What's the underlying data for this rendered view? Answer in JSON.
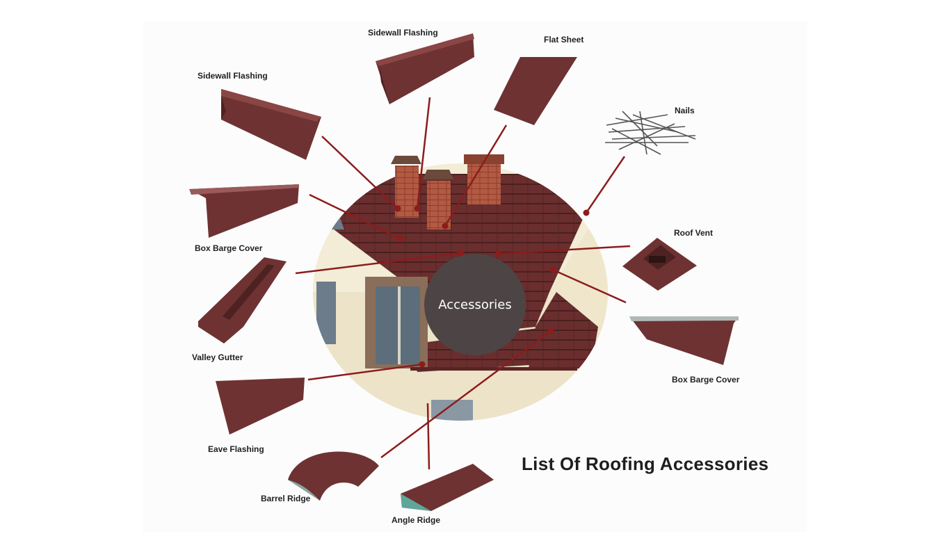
{
  "title": "List Of Roofing Accessories",
  "center_label": "Accessories",
  "accessories": [
    {
      "id": "sidewall-flashing-top",
      "label": "Sidewall Flashing"
    },
    {
      "id": "flat-sheet",
      "label": "Flat Sheet"
    },
    {
      "id": "sidewall-flashing-left",
      "label": "Sidewall Flashing"
    },
    {
      "id": "nails",
      "label": "Nails"
    },
    {
      "id": "box-barge-cover-left",
      "label": "Box Barge Cover"
    },
    {
      "id": "roof-vent",
      "label": "Roof Vent"
    },
    {
      "id": "valley-gutter",
      "label": "Valley Gutter"
    },
    {
      "id": "box-barge-cover-right",
      "label": "Box Barge Cover"
    },
    {
      "id": "eave-flashing",
      "label": "Eave Flashing"
    },
    {
      "id": "barrel-ridge",
      "label": "Barrel Ridge"
    },
    {
      "id": "angle-ridge",
      "label": "Angle Ridge"
    }
  ],
  "colors": {
    "panel": "#6e3232",
    "panel_dark": "#4f2222",
    "leader_line": "#8c1c1c",
    "center_circle": "#4d4545",
    "wall": "#f1ead4",
    "brick": "#b0523c"
  }
}
